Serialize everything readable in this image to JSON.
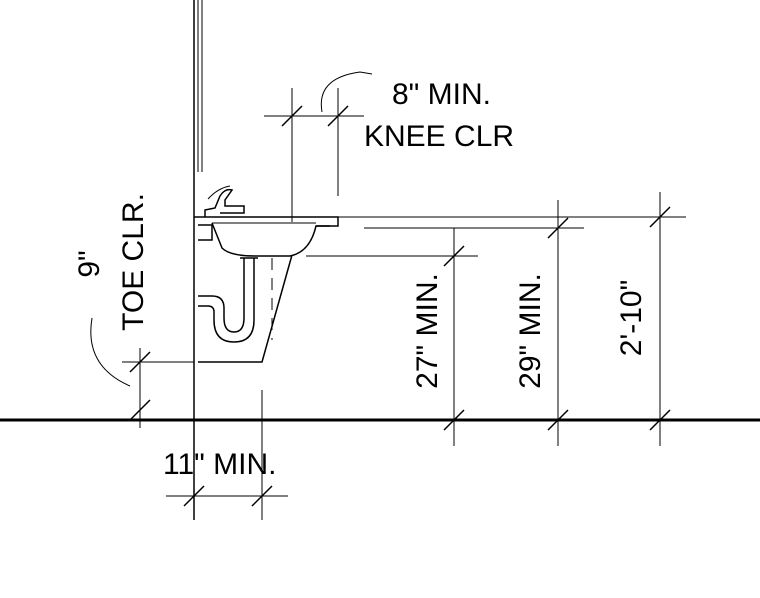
{
  "labels": {
    "knee_line1": "8\" MIN.",
    "knee_line2": "KNEE CLR",
    "toe_line1": "9\"",
    "toe_line2": "TOE CLR.",
    "depth_11": "11\" MIN.",
    "height_27": "27\" MIN.",
    "height_29": "29\" MIN.",
    "height_210": "2'-10\""
  }
}
